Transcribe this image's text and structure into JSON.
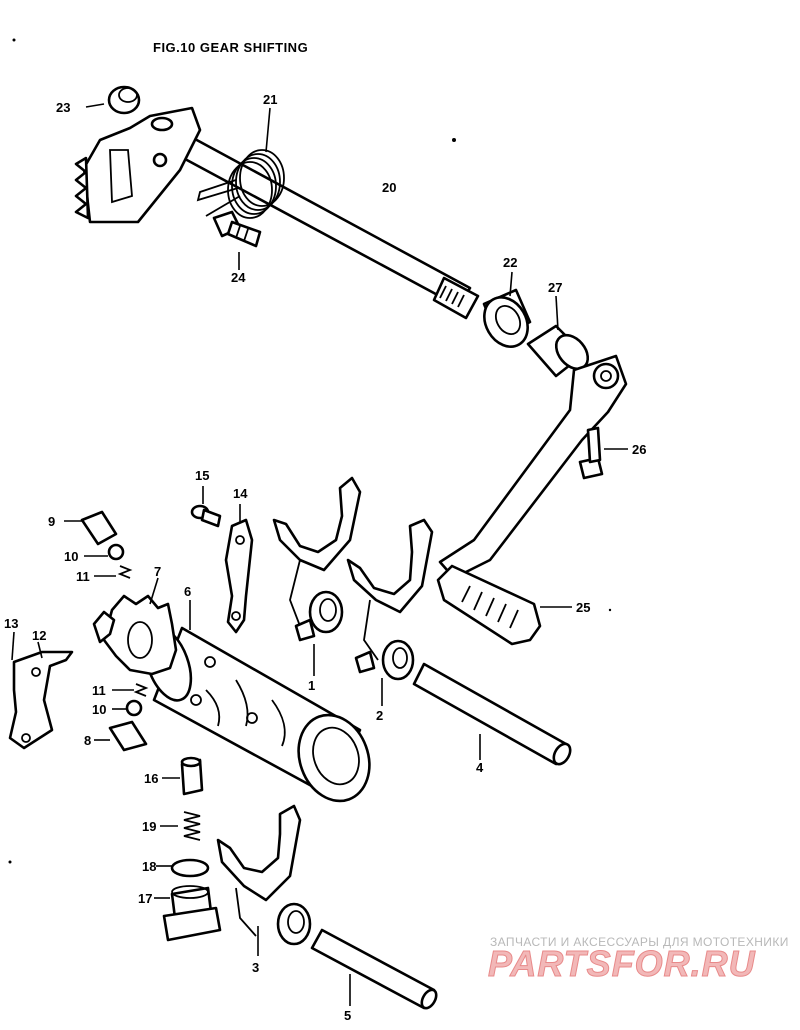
{
  "title": "FIG.10  GEAR SHIFTING",
  "callouts": [
    "1",
    "2",
    "3",
    "4",
    "5",
    "6",
    "7",
    "8",
    "9",
    "10",
    "10",
    "11",
    "11",
    "12",
    "13",
    "14",
    "15",
    "16",
    "17",
    "18",
    "19",
    "20",
    "21",
    "22",
    "23",
    "24",
    "25",
    "26",
    "27"
  ],
  "watermark": {
    "tagline": "ЗАПЧАСТИ И АКСЕССУАРЫ ДЛЯ МОТОТЕХНИКИ",
    "brand": "PARTSFOR.RU",
    "color": "#e88a8a"
  }
}
